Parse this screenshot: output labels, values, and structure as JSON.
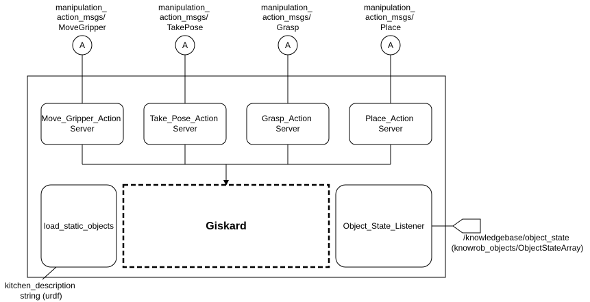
{
  "actions": [
    {
      "topic_lines": [
        "manipulation_",
        "action_msgs/",
        "MoveGripper"
      ],
      "marker": "A",
      "server_lines": [
        "Move_Gripper_Action",
        "Server"
      ]
    },
    {
      "topic_lines": [
        "manipulation_",
        "action_msgs/",
        "TakePose"
      ],
      "marker": "A",
      "server_lines": [
        "Take_Pose_Action",
        "Server"
      ]
    },
    {
      "topic_lines": [
        "manipulation_",
        "action_msgs/",
        "Grasp"
      ],
      "marker": "A",
      "server_lines": [
        "Grasp_Action",
        "Server"
      ]
    },
    {
      "topic_lines": [
        "manipulation_",
        "action_msgs/",
        "Place"
      ],
      "marker": "A",
      "server_lines": [
        "Place_Action",
        "Server"
      ]
    }
  ],
  "core": {
    "label": "Giskard"
  },
  "loader": {
    "label": "load_static_objects",
    "param_lines": [
      "kitchen_description",
      "string (urdf)"
    ]
  },
  "listener": {
    "label": "Object_State_Listener",
    "topic_lines": [
      "/knowledgebase/object_state",
      "(knowrob_objects/ObjectStateArray)"
    ]
  }
}
